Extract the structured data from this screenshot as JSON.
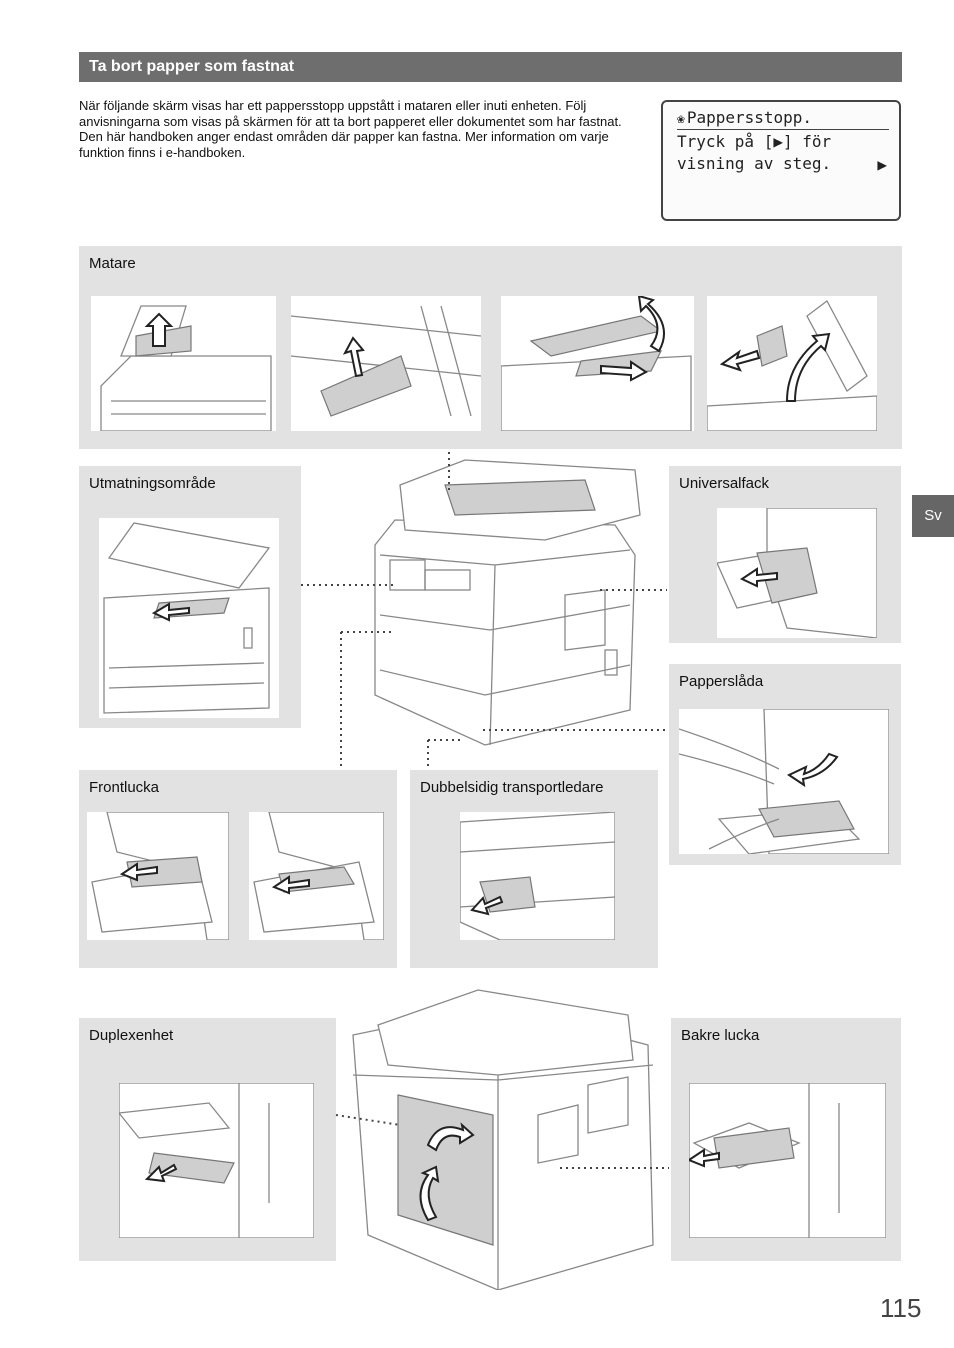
{
  "header": {
    "title": "Ta bort papper som fastnat"
  },
  "intro": {
    "text": "När följande skärm visas har ett pappersstopp uppstått i mataren eller inuti enheten. Följ anvisningarna som visas på skärmen för att ta bort papperet eller dokumentet som har fastnat. Den här handboken anger endast områden där papper kan fastna. Mer information om varje funktion finns i e-handboken."
  },
  "lcd": {
    "icon": "paper-jam-icon",
    "line1": "Pappersstopp.",
    "line2": "Tryck på [▶] för",
    "line3": "visning av steg.",
    "arrow": "▶"
  },
  "panels": {
    "matare": "Matare",
    "utmatning": "Utmatningsområde",
    "universalfack": "Universalfack",
    "papperslada": "Papperslåda",
    "frontlucka": "Frontlucka",
    "dubbelsidig": "Dubbelsidig transportledare",
    "duplexenhet": "Duplexenhet",
    "bakre_lucka": "Bakre lucka"
  },
  "side_tab": "Sv",
  "page_number": "115"
}
